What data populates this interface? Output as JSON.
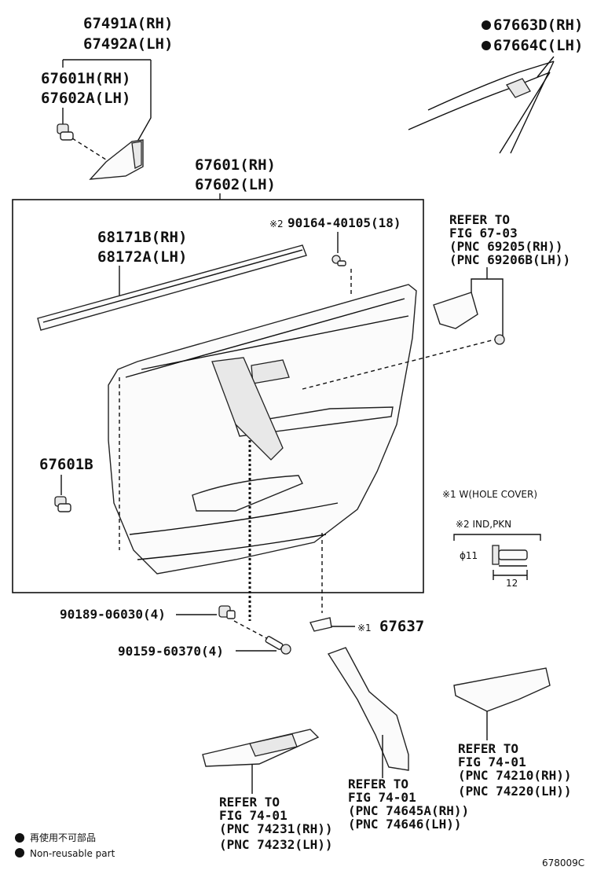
{
  "labels": {
    "p67491a": "67491A(RH)",
    "p67492a": "67492A(LH)",
    "p67663d": "67663D(RH)",
    "p67664c": "67664C(LH)",
    "p67601h": "67601H(RH)",
    "p67602a": "67602A(LH)",
    "p67601": "67601(RH)",
    "p67602": "67602(LH)",
    "p68171b": "68171B(RH)",
    "p68172a": "68172A(LH)",
    "p90164": "90164-40105(18)",
    "p90164_mark": "※2",
    "p67601b": "67601B",
    "p90189": "90189-06030(4)",
    "p90159": "90159-60370(4)",
    "p67637": "67637",
    "p67637_mark": "※1",
    "hole_cover_note": "※1 W(HOLE COVER)",
    "ind_pkn_note": "※2 IND,PKN",
    "dim_dia": "ϕ11",
    "dim_len": "12",
    "drawing_no": "678009C"
  },
  "refs": {
    "r6703": {
      "l1": "REFER TO",
      "l2": "FIG 67-03",
      "l3": "(PNC 69205(RH))",
      "l4": "(PNC 69206B(LH))"
    },
    "r7401a": {
      "l1": "REFER TO",
      "l2": "FIG 74-01",
      "l3": "(PNC 74231(RH))",
      "l4": "(PNC 74232(LH))"
    },
    "r7401b": {
      "l1": "REFER TO",
      "l2": "FIG 74-01",
      "l3": "(PNC 74645A(RH))",
      "l4": "(PNC 74646(LH))"
    },
    "r7401c": {
      "l1": "REFER TO",
      "l2": "FIG 74-01",
      "l3": "(PNC 74210(RH))",
      "l4": "(PNC 74220(LH))"
    }
  },
  "legend": {
    "jp": "再使用不可部品",
    "en": "Non-reusable part"
  },
  "colors": {
    "line": "#111111",
    "part_fill": "#fbfbfb",
    "background": "#ffffff"
  }
}
